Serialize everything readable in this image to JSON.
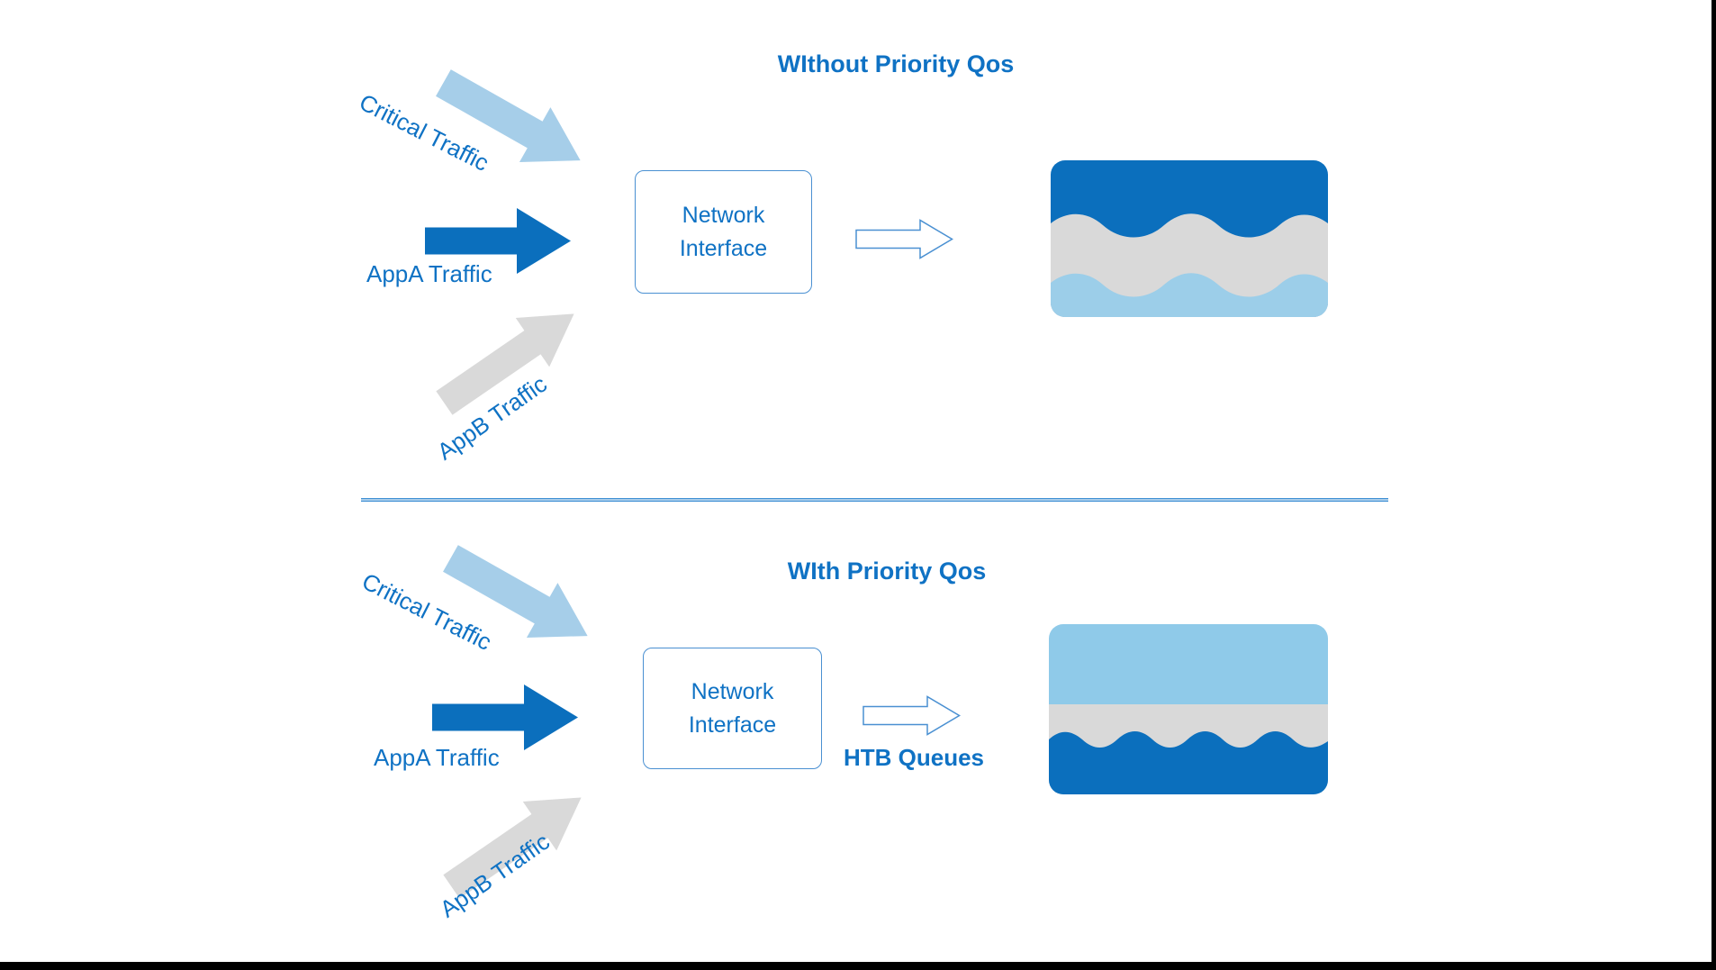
{
  "colors": {
    "brand_blue": "#0B6FBD",
    "light_blue": "#A6CEE9",
    "band_light_blue": "#9CCEE9",
    "band_sky_blue": "#8FCAE9",
    "gray": "#D9D9D9",
    "text_blue": "#0F72C4",
    "outline_blue": "#4A90D2",
    "white": "#FFFFFF"
  },
  "top": {
    "title": "WIthout Priority Qos",
    "critical_label": "Critical Traffic",
    "appa_label": "AppA Traffic",
    "appb_label": "AppB Traffic",
    "box_line1": "Network",
    "box_line2": "Interface"
  },
  "bottom": {
    "title": "WIth Priority Qos",
    "critical_label": "Critical Traffic",
    "appa_label": "AppA Traffic",
    "appb_label": "AppB Traffic",
    "box_line1": "Network",
    "box_line2": "Interface",
    "htb_label": "HTB Queues"
  }
}
